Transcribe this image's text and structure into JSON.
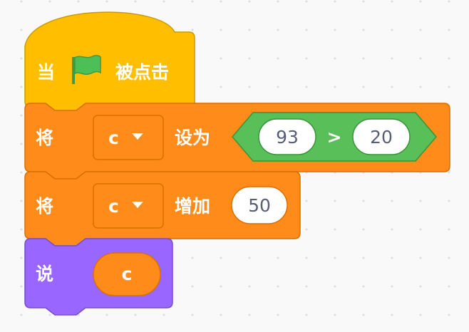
{
  "script": {
    "hat": {
      "prefix": "当",
      "icon": "green-flag-icon",
      "suffix": "被点击",
      "color": "#ffbf00"
    },
    "set_block": {
      "label": "将",
      "variable": "c",
      "verb": "设为",
      "color": "#ff8c1a",
      "condition": {
        "left": "93",
        "operator": ">",
        "right": "20",
        "color": "#59c059"
      }
    },
    "change_block": {
      "label": "将",
      "variable": "c",
      "verb": "增加",
      "value": "50",
      "color": "#ff8c1a"
    },
    "say_block": {
      "label": "说",
      "reporter": "c",
      "color": "#9966ff"
    }
  }
}
